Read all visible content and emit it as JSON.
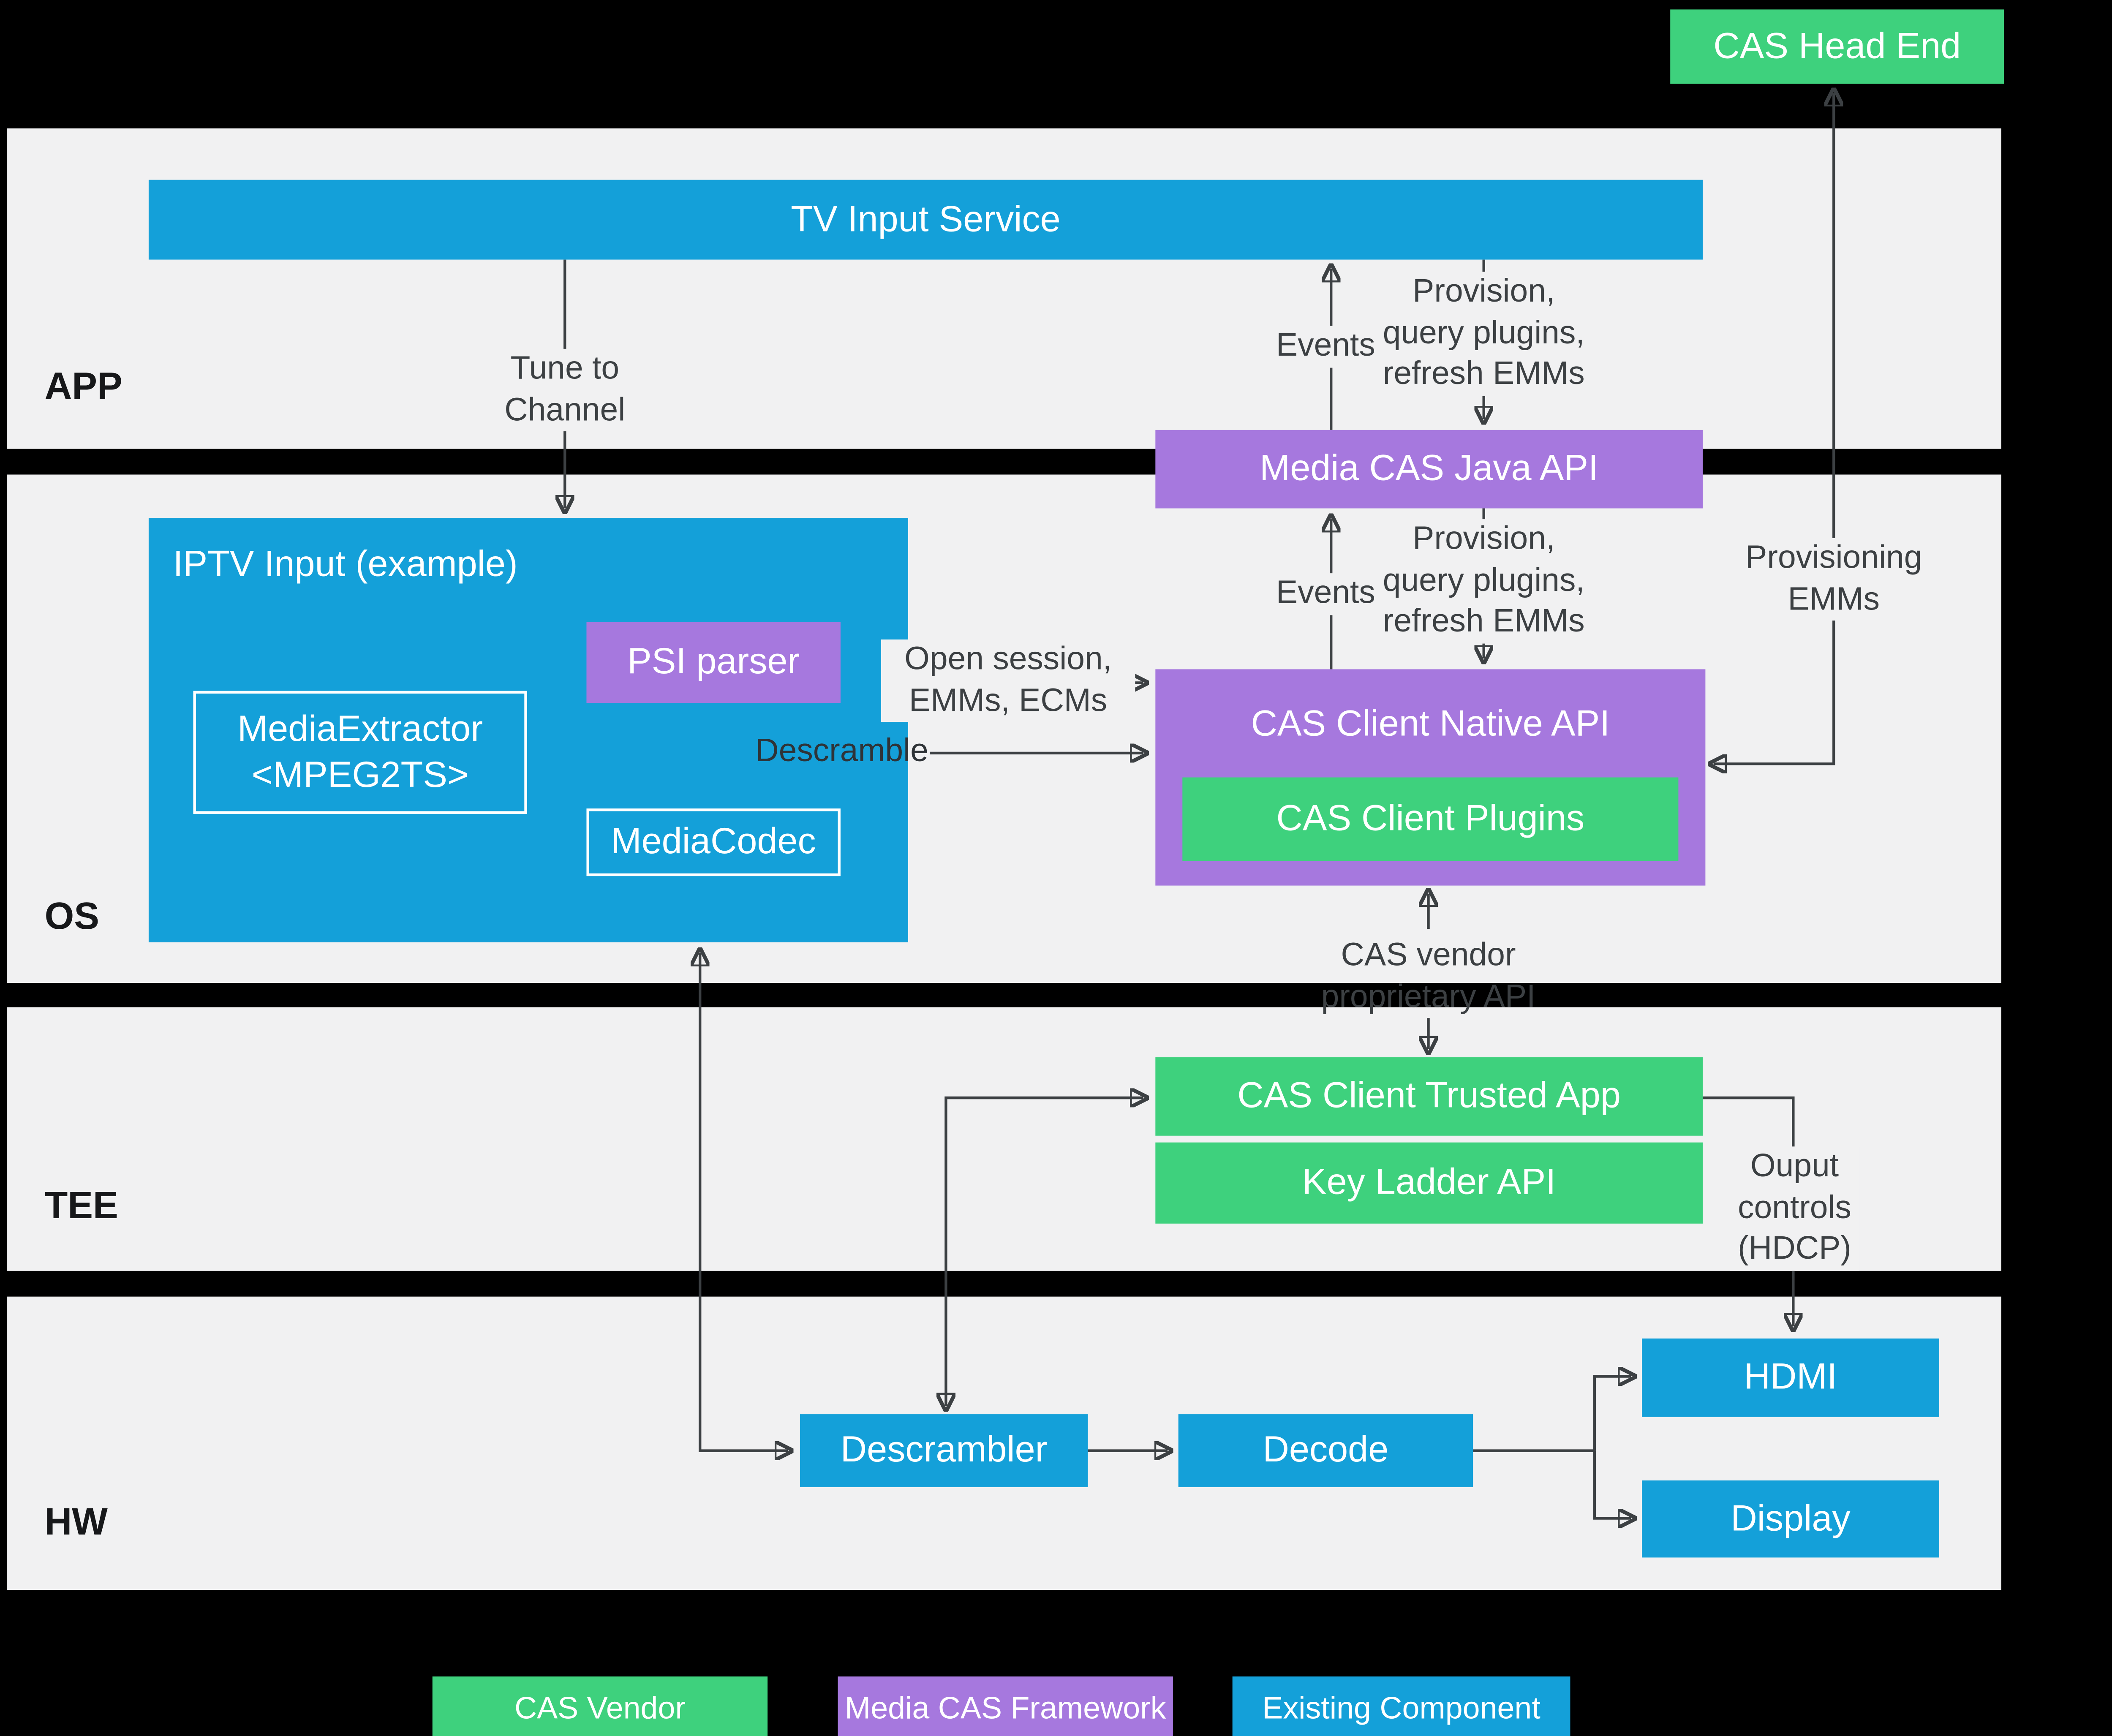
{
  "colors": {
    "background": "#000000",
    "band_background": "#f1f1f2",
    "existing_component_blue": "#14a0d9",
    "cas_vendor_green": "#3ed17d",
    "media_cas_framework_purple": "#a678de",
    "arrow": "#3c4043"
  },
  "head_end": {
    "label": "CAS Head End"
  },
  "layers": {
    "app": {
      "label": "APP"
    },
    "os": {
      "label": "OS"
    },
    "tee": {
      "label": "TEE"
    },
    "hw": {
      "label": "HW"
    }
  },
  "nodes": {
    "tv_input_service": "TV Input Service",
    "media_cas_java_api": "Media CAS Java API",
    "iptv_input": "IPTV Input (example)",
    "psi_parser": "PSI parser",
    "media_extractor": "MediaExtractor\n<MPEG2TS>",
    "media_codec": "MediaCodec",
    "cas_client_native_api": "CAS Client Native API",
    "cas_client_plugins": "CAS Client Plugins",
    "cas_client_trusted_app": "CAS Client Trusted App",
    "key_ladder_api": "Key Ladder API",
    "descrambler": "Descrambler",
    "decode": "Decode",
    "hdmi": "HDMI",
    "display": "Display"
  },
  "edge_labels": {
    "tune_to_channel": "Tune to\nChannel",
    "events": "Events",
    "provision": "Provision,\nquery plugins,\nrefresh EMMs",
    "provisioning_emms": "Provisioning\nEMMs",
    "open_session": "Open session,\nEMMs, ECMs",
    "descramble": "Descramble",
    "cas_vendor_api": "CAS vendor\nproprietary API",
    "output_controls": "Ouput\ncontrols\n(HDCP)"
  },
  "legend": {
    "cas_vendor": "CAS Vendor",
    "media_cas_framework": "Media CAS Framework",
    "existing_component": "Existing Component"
  }
}
